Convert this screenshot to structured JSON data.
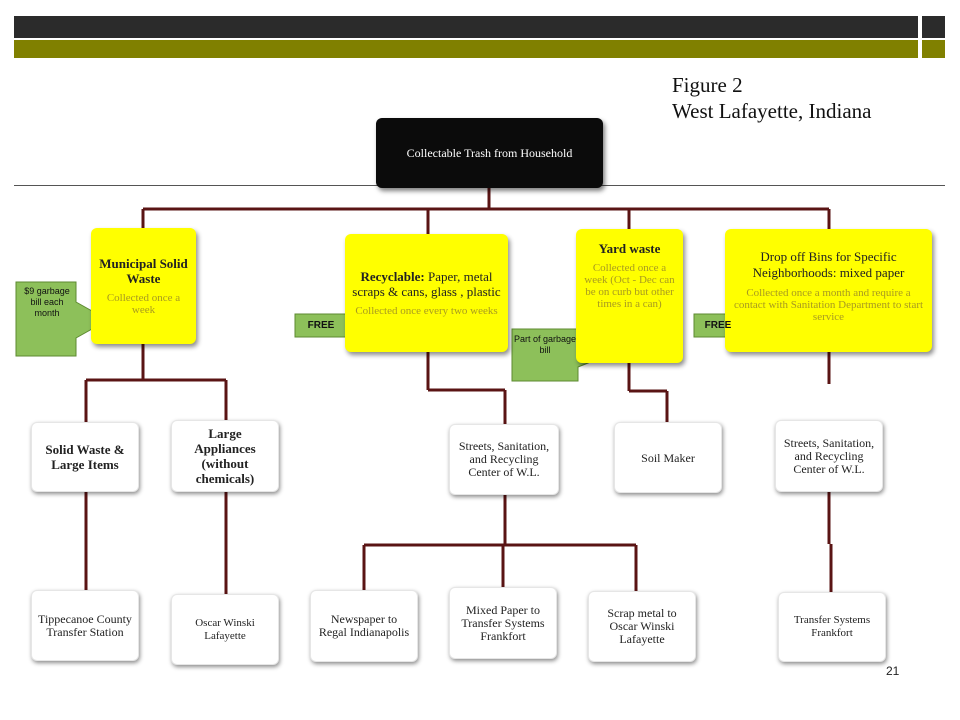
{
  "figure": {
    "title_line1": "Figure 2",
    "title_line2": "West Lafayette, Indiana"
  },
  "root": {
    "label": "Collectable Trash from Household"
  },
  "categories": [
    {
      "title": "Municipal Solid Waste",
      "sub": "Collected once a week"
    },
    {
      "title_bold": "Recyclable:",
      "title_rest": " Paper, metal scraps & cans, glass , plastic",
      "sub": "Collected once every two weeks"
    },
    {
      "title": "Yard waste",
      "sub": "Collected once a week (Oct - Dec can be on curb but other times in a can)"
    },
    {
      "title": "Drop off Bins for Specific Neighborhoods: mixed paper",
      "sub": "Collected once a month and require a contact with Sanitation Department to start service"
    }
  ],
  "callouts": {
    "garbage_bill": "$9 garbage bill each month",
    "free_recycle": "FREE",
    "part_of_bill": "Part of garbage bill",
    "free_dropoff": "FREE"
  },
  "level3": {
    "solid_waste": "Solid Waste & Large Items",
    "large_appliances": "Large Appliances (without chemicals)",
    "streets_wl": "Streets, Sanitation, and Recycling Center of W.L.",
    "soil_maker": "Soil Maker",
    "streets_wl2": "Streets, Sanitation, and Recycling Center of W.L."
  },
  "level4": {
    "tippecanoe": "Tippecanoe County Transfer Station",
    "oscar": "Oscar Winski Lafayette",
    "newspaper": "Newspaper to Regal Indianapolis",
    "mixed_paper": "Mixed Paper to Transfer Systems Frankfort",
    "scrap_metal": "Scrap metal to Oscar Winski Lafayette",
    "transfer": "Transfer Systems Frankfort"
  },
  "page_number": "21",
  "colors": {
    "connector": "#5a1414",
    "callout_green": "#8dc05a",
    "highlight_yellow": "#ffff00",
    "header_olive": "#808000"
  }
}
